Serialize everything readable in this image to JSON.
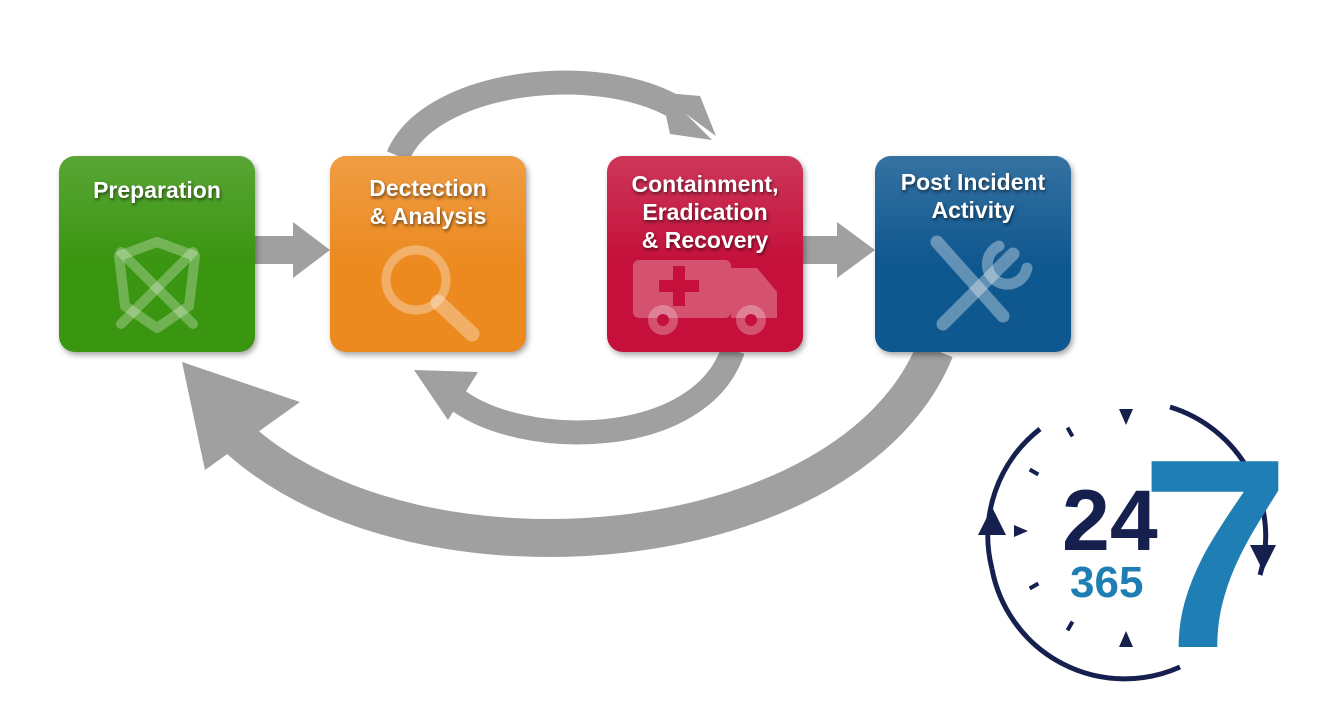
{
  "steps": [
    {
      "title": "Preparation",
      "icon": "shield-swords-icon",
      "color": "#3a9510"
    },
    {
      "title": "Dectection\n& Analysis",
      "icon": "magnifier-icon",
      "color": "#ec8a20"
    },
    {
      "title": "Containment,\nEradication\n& Recovery",
      "icon": "ambulance-icon",
      "color": "#c4103a"
    },
    {
      "title": "Post Incident\nActivity",
      "icon": "tools-icon",
      "color": "#0f578f"
    }
  ],
  "arrow_color": "#a0a0a0",
  "badge": {
    "hours": "24",
    "days": "365",
    "week": "7",
    "dark_color": "#15204f",
    "accent_color": "#1f7fb4"
  }
}
